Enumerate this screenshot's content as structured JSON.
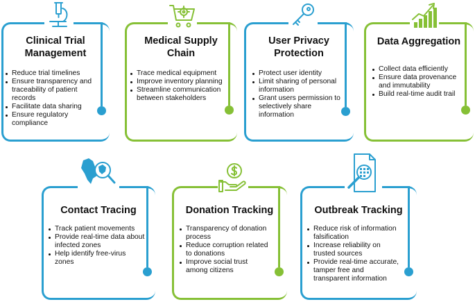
{
  "colors": {
    "blue": "#2a9fd0",
    "green": "#86c036"
  },
  "cards": [
    {
      "title": "Clinical Trial Management",
      "icon": "microscope-icon",
      "items": [
        "Reduce trial timelines",
        "Ensure transparency and traceability of patient records",
        "Facilitate data sharing",
        "Ensure regulatory compliance"
      ]
    },
    {
      "title": "Medical Supply Chain",
      "icon": "gear-cart-icon",
      "items": [
        "Trace medical equipment",
        "Improve inventory planning",
        "Streamline communication between stakeholders"
      ]
    },
    {
      "title": "User Privacy Protection",
      "icon": "key-icon",
      "items": [
        "Protect user identity",
        "Limit sharing of personal information",
        "Grant users permission to selectively share information"
      ]
    },
    {
      "title": "Data Aggregation",
      "icon": "growth-chart-icon",
      "items": [
        "Collect data efficiently",
        "Ensure data provenance and immutability",
        "Build real-time audit trail"
      ]
    },
    {
      "title": "Contact Tracing",
      "icon": "map-magnifier-icon",
      "items": [
        "Track patient movements",
        "Provide real-time data about infected zones",
        "Help identify free-virus zones"
      ]
    },
    {
      "title": "Donation Tracking",
      "icon": "dollar-hand-icon",
      "items": [
        "Transparency of donation process",
        "Reduce corruption related to donations",
        "Improve social trust among citizens"
      ]
    },
    {
      "title": "Outbreak Tracking",
      "icon": "document-magnifier-icon",
      "items": [
        "Reduce risk of information falsification",
        "Increase reliability on trusted sources",
        "Provide real-time accurate, tamper free and transparent information"
      ]
    }
  ]
}
